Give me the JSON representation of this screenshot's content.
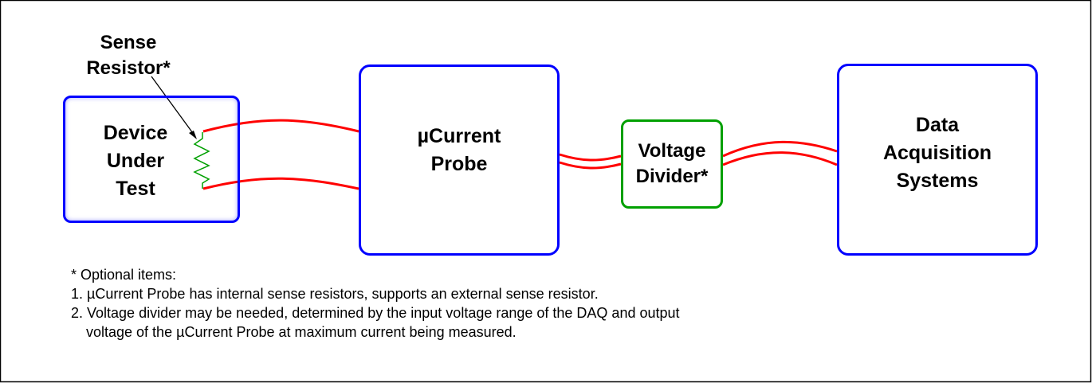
{
  "colors": {
    "box_border": "#0000ff",
    "divider_border": "#00a000",
    "wire": "#ff0000",
    "resistor": "#00a000",
    "frame": "#000000"
  },
  "blocks": {
    "dut": "Device\nUnder\nTest",
    "probe": "µCurrent\nProbe",
    "divider": "Voltage\nDivider*",
    "daq": "Data\nAcquisition\nSystems"
  },
  "sense_resistor_label": "Sense\nResistor*",
  "notes": {
    "heading": "* Optional items:",
    "item1": "1. µCurrent Probe has internal sense resistors, supports an external sense resistor.",
    "item2_line1": "2. Voltage divider may be needed, determined by the input voltage range of the DAQ and output",
    "item2_line2": "voltage of the µCurrent Probe at maximum current being measured."
  }
}
